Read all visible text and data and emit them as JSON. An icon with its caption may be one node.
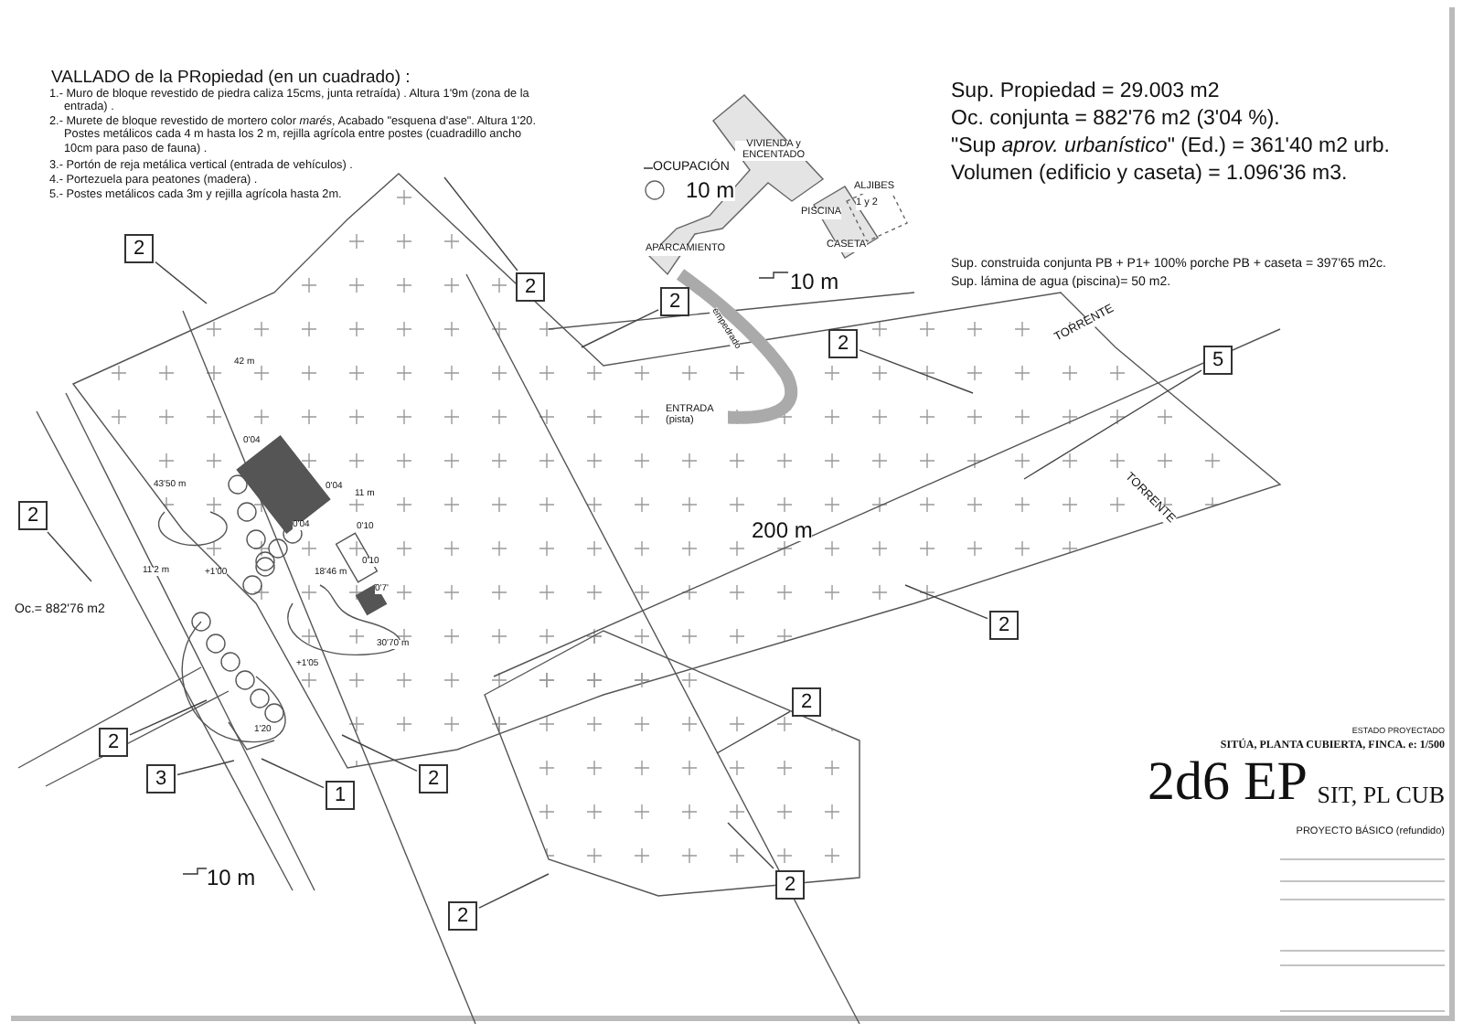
{
  "diagram": {
    "nodes": [
      {
        "text": [
          "2"
        ]
      },
      {
        "text": [
          "2"
        ]
      },
      {
        "text": [
          "2"
        ]
      },
      {
        "text": [
          "2"
        ]
      },
      {
        "text": [
          "5"
        ]
      },
      {
        "text": [
          "2"
        ]
      },
      {
        "text": [
          "2"
        ]
      },
      {
        "text": [
          "2"
        ]
      },
      {
        "text": [
          "2"
        ]
      },
      {
        "text": [
          "3"
        ]
      },
      {
        "text": [
          "1"
        ]
      },
      {
        "text": [
          "2"
        ]
      },
      {
        "text": [
          "2"
        ]
      },
      {
        "text": [
          "2"
        ]
      }
    ],
    "edges": [
      {
        "from": 0,
        "to": null,
        "arrow": "none"
      },
      {
        "from": 1,
        "to": null,
        "arrow": "none"
      },
      {
        "from": 2,
        "to": null,
        "arrow": "none"
      },
      {
        "from": 3,
        "to": null,
        "arrow": "none"
      },
      {
        "from": 4,
        "to": null,
        "arrow": "none"
      },
      {
        "from": 5,
        "to": null,
        "arrow": "none"
      },
      {
        "from": 6,
        "to": null,
        "arrow": "none"
      },
      {
        "from": 7,
        "to": null,
        "arrow": "none"
      },
      {
        "from": 8,
        "to": null,
        "arrow": "none"
      },
      {
        "from": 9,
        "to": null,
        "arrow": "none"
      },
      {
        "from": 10,
        "to": null,
        "arrow": "none"
      },
      {
        "from": 11,
        "to": null,
        "arrow": "none"
      },
      {
        "from": 12,
        "to": null,
        "arrow": "none"
      },
      {
        "from": 13,
        "to": null,
        "arrow": "none"
      }
    ],
    "labels": [
      "VALLADO de la PRopiedad (en un cuadrado) :",
      "1.- Muro de bloque revestido de piedra caliza 15cms, junta retraída) . Altura 1'9m (zona de la entrada) .",
      "2.- Murete de bloque revestido de mortero color *marés*, Acabado \"esquena d'ase\". Altura 1'20. Postes metálicos cada 4 m hasta los 2 m, rejilla agrícola entre postes (cuadradillo ancho 10cm para paso de fauna) .",
      "3.- Portón de reja metálica vertical (entrada de vehículos) .",
      "4.- Portezuela para peatones (madera) .",
      "5.- Postes metálicos cada 3m y rejilla agrícola hasta 2m.",
      "Sup. Propiedad = 29.003 m2",
      "Oc. conjunta = 882'76 m2 (3'04 %).",
      "\"Sup *aprov. urbanístico*\" (Ed.) = 361'40 m2 urb.",
      "Volumen (edificio y caseta) = 1.096'36 m3.",
      "Sup. construida conjunta PB + P1+ 100% porche PB + caseta = 397'65 m2c.",
      "Sup. lámina de agua (piscina)= 50 m2.",
      "OCUPACIÓN",
      "10 m",
      "VIVIENDA y ENCENTADO",
      "ALJIBES",
      "1 y 2",
      "PISCINA",
      "CASETA",
      "APARCAMIENTO",
      "10 m",
      "empedrado",
      "ENTRADA (pista)",
      "TORRENTE",
      "TORRENTE",
      "42 m",
      "0'04",
      "43'50 m",
      "0'04",
      "11 m",
      "0'04",
      "0'10",
      "200 m",
      "0'10",
      "11'2 m",
      "+1'00",
      "18'46 m",
      "0'7'",
      "Oc.= 882'76 m2",
      "30'70 m",
      "+1'05",
      "1'20",
      "10 m",
      "ESTADO PROYECTADO",
      "SITÚA, PLANTA CUBIERTA, FINCA. e: 1/500",
      "2d6 EP",
      "SIT, PL CUB",
      "PROYECTO BÁSICO (refundido)"
    ]
  }
}
